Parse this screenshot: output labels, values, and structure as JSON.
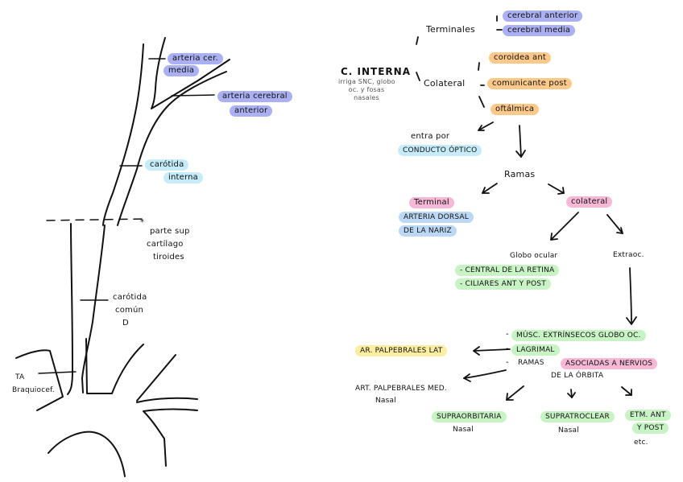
{
  "colors": {
    "blue_purple": "#aab0f2",
    "cyan": "#c6ecfa",
    "orange": "#fcc98a",
    "pink": "#f7b8d6",
    "sky": "#bcd8f5",
    "green": "#c8f3c4",
    "yellow": "#fbeea0"
  },
  "left_diagram": {
    "labels": {
      "arteria_cer_media_1": "arteria cer.",
      "arteria_cer_media_2": "media",
      "arteria_cerebral_anterior_1": "arteria cerebral",
      "arteria_cerebral_anterior_2": "anterior",
      "carotida_interna_1": "carótida",
      "carotida_interna_2": "interna",
      "parte_sup_1": "parte sup",
      "parte_sup_2": "cartílago",
      "parte_sup_3": "tiroides",
      "asterisk": "*",
      "carotida_comun_1": "carótida",
      "carotida_comun_2": "común",
      "carotida_comun_3": "D",
      "ta_1": "TA",
      "ta_2": "Braquiocef."
    }
  },
  "right_diagram": {
    "root": {
      "title": "C. INTERNA",
      "subtitle_1": "irriga SNC, globo",
      "subtitle_2": "oc. y fosas",
      "subtitle_3": "nasales"
    },
    "terminales": {
      "label": "Terminales",
      "items": [
        "cerebral anterior",
        "cerebral media"
      ]
    },
    "colateral_top": {
      "label": "Colateral",
      "items": [
        "coroidea ant",
        "comunicante post",
        "oftálmica"
      ]
    },
    "entra_por": {
      "label": "entra por",
      "value": "CONDUCTO ÓPTICO"
    },
    "ramas": "Ramas",
    "terminal": {
      "label": "Terminal",
      "items": [
        "ARTERIA DORSAL",
        "DE LA NARIZ"
      ]
    },
    "colateral": {
      "label": "colateral",
      "globo_ocular": {
        "label": "Globo ocular",
        "items": [
          "- CENTRAL DE LA RETINA",
          "- CILIARES ANT Y POST"
        ]
      },
      "extraoc": "Extraoc."
    },
    "extraoc_list": {
      "item_1_prefix": "-",
      "item_1": "MÚSC. EXTRÍNSECOS GLOBO OC.",
      "item_2_prefix": "-",
      "item_2": "LAGRIMAL",
      "item_3_prefix": "-",
      "item_3": "RAMAS",
      "item_3_hl": "ASOCIADAS A NERVIOS",
      "item_3_cont": "DE LA ÓRBITA"
    },
    "palpebrales_lat": "AR. PALPEBRALES LAT",
    "palpebrales_med": "ART. PALPEBRALES MED.",
    "palpebrales_med_sub": "Nasal",
    "branches": [
      {
        "label": "SUPRAORBITARIA",
        "sub": "Nasal"
      },
      {
        "label": "SUPRATROCLEAR",
        "sub": "Nasal"
      },
      {
        "label": "ETM. ANT",
        "label2": "Y POST",
        "sub": "etc."
      }
    ]
  }
}
